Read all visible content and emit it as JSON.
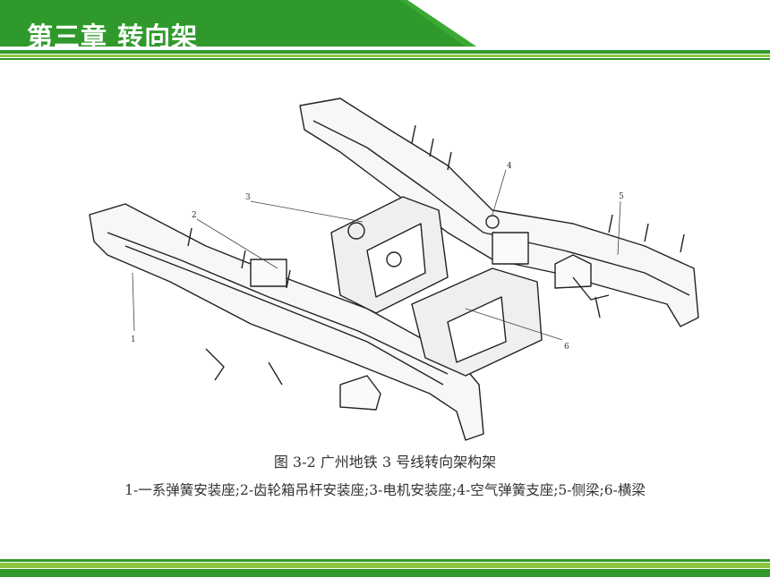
{
  "header": {
    "title": "第三章 转向架",
    "colors": {
      "banner": "#2e9e2a",
      "banner_dark": "#1f7d1d",
      "stripe": "#8cc63f"
    }
  },
  "figure": {
    "callouts": [
      "1",
      "2",
      "3",
      "4",
      "5",
      "6"
    ],
    "caption_title": "图 3-2   广州地铁 3 号线转向架构架",
    "caption_legend": "1-一系弹簧安装座;2-齿轮箱吊杆安装座;3-电机安装座;4-空气弹簧支座;5-侧梁;6-横梁"
  }
}
